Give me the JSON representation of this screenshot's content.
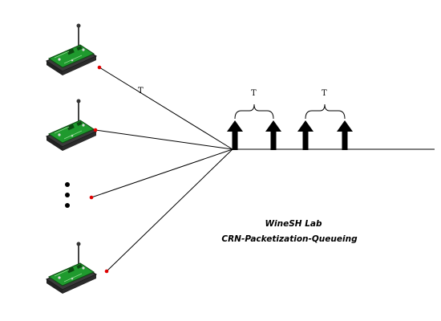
{
  "labels": {
    "link_period": "T",
    "period_1": "T",
    "period_2": "T"
  },
  "caption": {
    "line1": "WineSH Lab",
    "line2": "CRN-Packetization-Queueing"
  },
  "colors": {
    "board": "#1f9a2e",
    "board_dark": "#0d4a12",
    "device_base": "#3a3a3a",
    "connector_dot": "#e00000",
    "line": "#000000",
    "arrow": "#000000"
  },
  "icons": {
    "device": "wireless-sensor-node-icon",
    "ellipsis": "vertical-ellipsis-icon",
    "packet": "up-arrow-icon"
  }
}
